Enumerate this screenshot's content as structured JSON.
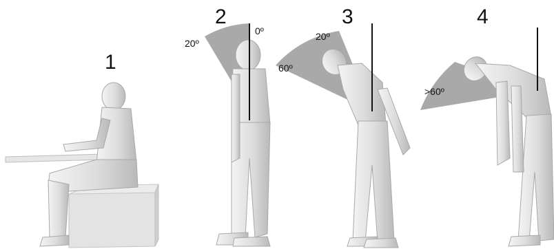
{
  "postures": [
    {
      "number": "1",
      "angles": []
    },
    {
      "number": "2",
      "angles": [
        "0º",
        "20º"
      ]
    },
    {
      "number": "3",
      "angles": [
        "20º",
        "60º"
      ]
    },
    {
      "number": "4",
      "angles": [
        ">60º"
      ]
    }
  ],
  "colors": {
    "wedge": "#8c8c8c",
    "figure": "#d9d9d9",
    "line": "#111111"
  }
}
